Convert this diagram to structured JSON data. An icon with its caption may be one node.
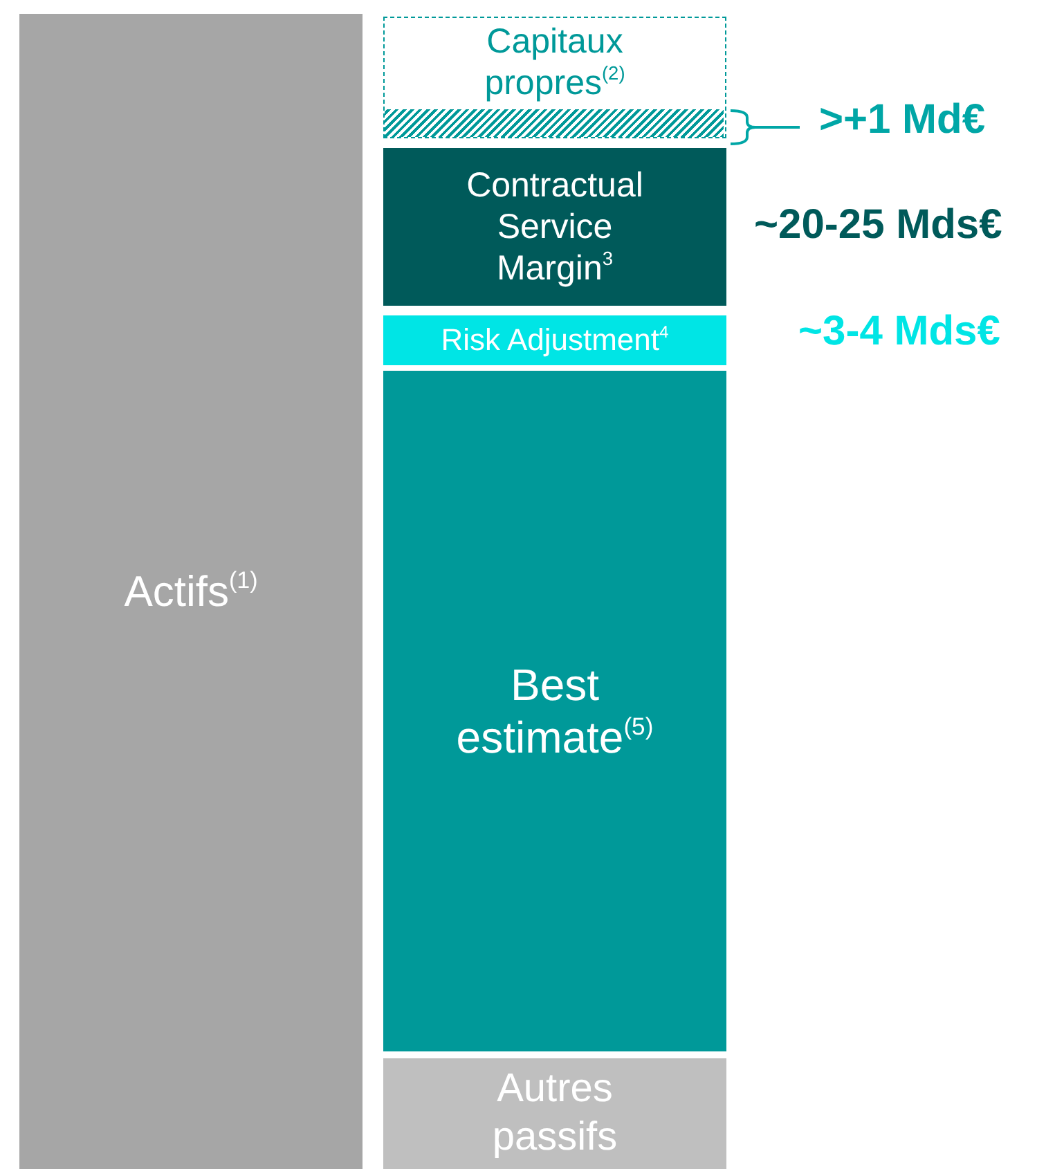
{
  "diagram": {
    "nodes": [
      {
        "text": [
          "Actifs$^{(1)}$"
        ]
      },
      {
        "text": [
          "Capitaux propres$^{(2)}$"
        ]
      },
      {
        "text": [],
        "shape": "bar",
        "in": 1,
        "beside": [
          ">+1 Md€"
        ]
      },
      {
        "text": [
          "Contractual Service Margin$^{3}$"
        ],
        "beside": [
          "~20-25 Mds€"
        ]
      },
      {
        "text": [
          "Risk Adjustment$^{4}$"
        ],
        "beside": [
          "~3-4 Mds€"
        ]
      },
      {
        "text": [
          "Best estimate$^{(5)}$"
        ]
      },
      {
        "text": [
          "Autres passifs"
        ]
      }
    ]
  }
}
